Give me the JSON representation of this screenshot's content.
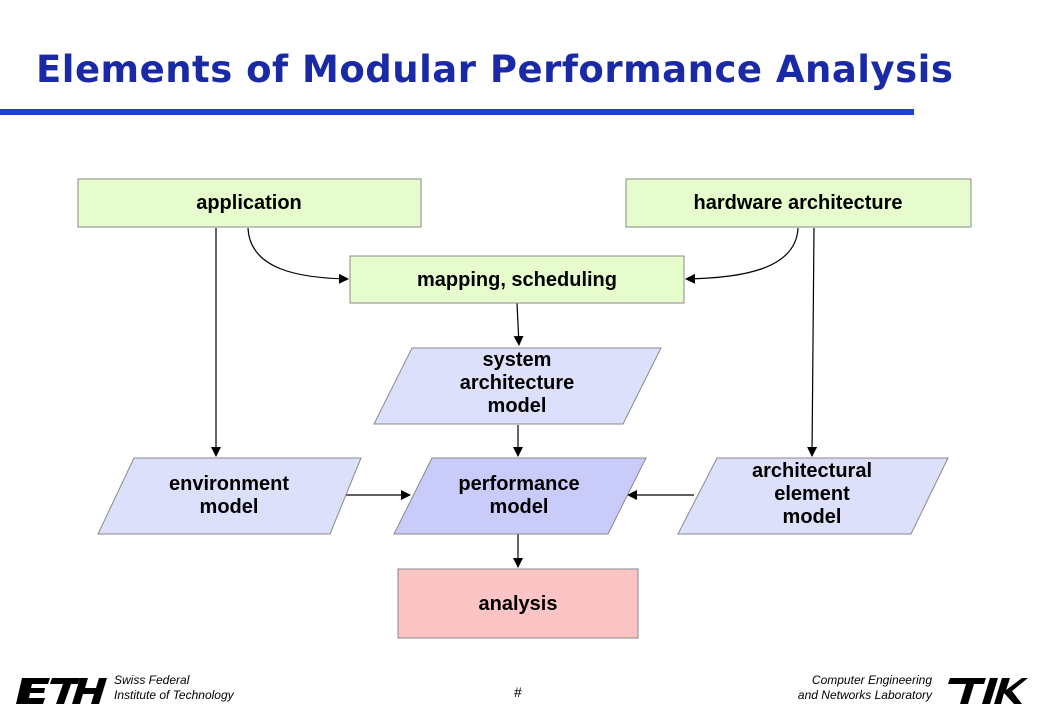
{
  "slide": {
    "title": "Elements of Modular Performance Analysis"
  },
  "diagram": {
    "nodes": {
      "application": "application",
      "hardware_architecture": "hardware architecture",
      "mapping": "mapping, scheduling",
      "system_model": [
        "system",
        "architecture",
        "model"
      ],
      "environment_model": [
        "environment",
        "model"
      ],
      "performance_model": [
        "performance",
        "model"
      ],
      "architectural_element_model": [
        "architectural",
        "element",
        "model"
      ],
      "analysis": "analysis"
    },
    "colors": {
      "input_box": "#e6fccc",
      "model_box": "#dde0fb",
      "performance_box": "#c9cbf8",
      "analysis_box": "#fcc4c4",
      "title": "#1a2aa6",
      "rule": "#1f3fd0"
    }
  },
  "footer": {
    "left_line1": "Swiss Federal",
    "left_line2": "Institute of Technology",
    "right_line1": "Computer Engineering",
    "right_line2": "and Networks Laboratory",
    "page_number": "#"
  }
}
